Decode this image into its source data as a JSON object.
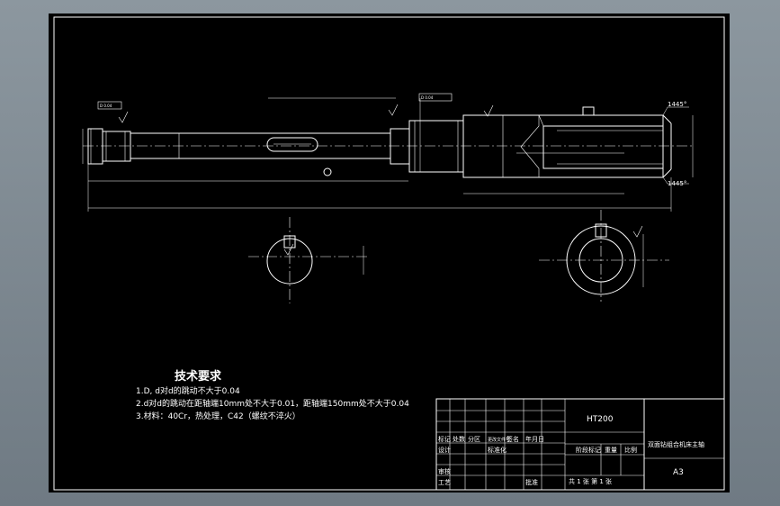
{
  "drawing": {
    "dimensions": {
      "chamfer_top": "1445°",
      "chamfer_bottom": "1445°"
    }
  },
  "tech_requirements": {
    "title": "技术要求",
    "items": [
      "1.D, d对d的跳动不大于0.04",
      "2.d对d的跳动在距轴端10mm处不大于0.01，距轴端150mm处不大于0.04",
      "3.材料：40Cr，热处理，C42（螺纹不淬火）"
    ]
  },
  "title_block": {
    "material": "HT200",
    "part_name": "双面钻组合机床主轴",
    "sheet_size": "A3",
    "stage_label": "阶段标记",
    "weight_label": "重量",
    "scale_label": "比例",
    "row_labels": [
      "标记",
      "设计",
      "审核",
      "工艺"
    ],
    "header_cells": [
      "处数",
      "分区",
      "更改文件号",
      "签名",
      "年月日"
    ],
    "standardize": "标准化",
    "approve": "批准",
    "sheets": "共 1 张   第 1 张"
  }
}
